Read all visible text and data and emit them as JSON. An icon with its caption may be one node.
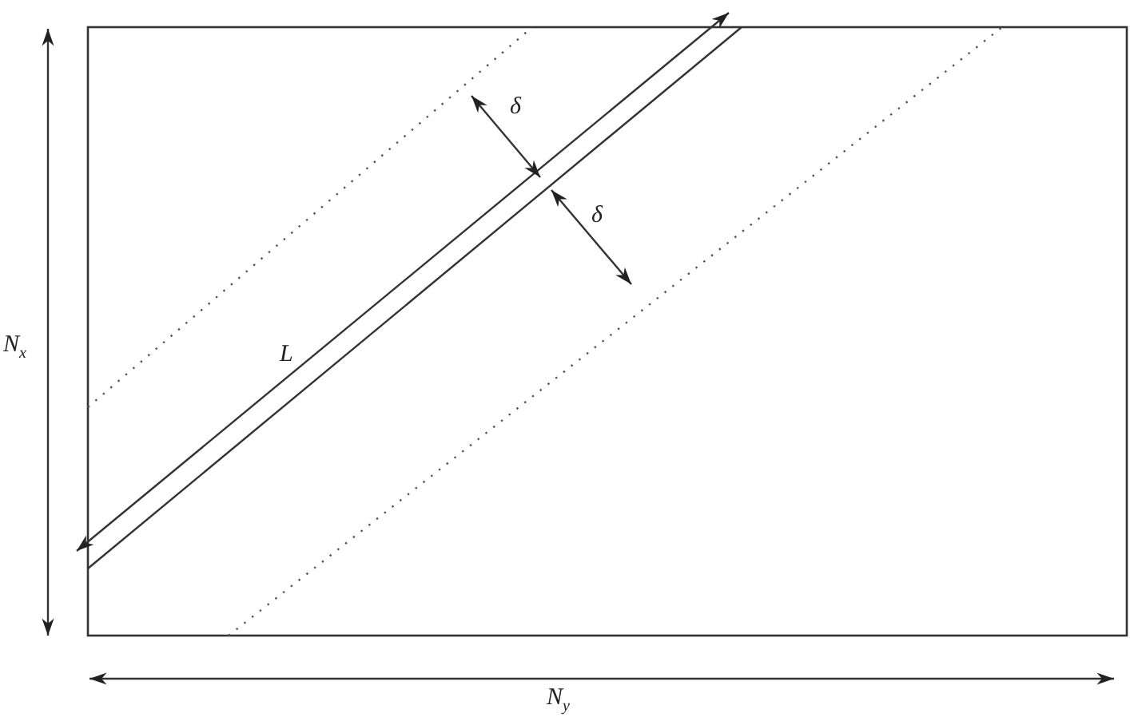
{
  "diagram": {
    "labels": [
      "δ",
      "δ",
      "L",
      "N$_{x}$",
      "N$_{y}$"
    ]
  }
}
